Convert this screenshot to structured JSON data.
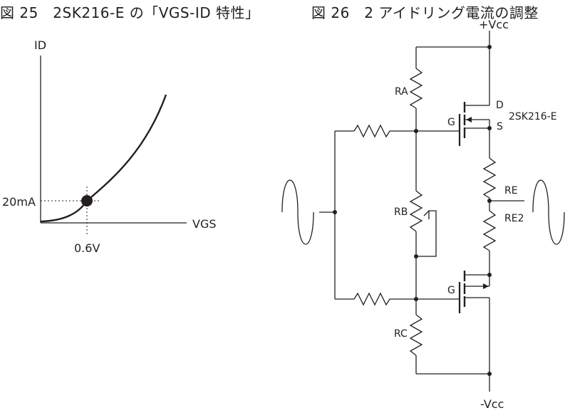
{
  "fig25": {
    "title": "図 25　2SK216-E の「VGS-ID 特性」",
    "y_label": "ID",
    "x_label": "VGS",
    "marker_y": "20mA",
    "marker_x": "0.6V"
  },
  "fig26": {
    "title": "図 26　2 アイドリング電流の調整",
    "vcc_pos": "+Vcc",
    "vcc_neg": "-Vcc",
    "ra": "RA",
    "rb": "RB",
    "rc": "RC",
    "re": "RE",
    "re2": "RE2",
    "gate_top": "G",
    "gate_bottom": "G",
    "drain": "D",
    "source": "S",
    "part": "2SK216-E"
  }
}
